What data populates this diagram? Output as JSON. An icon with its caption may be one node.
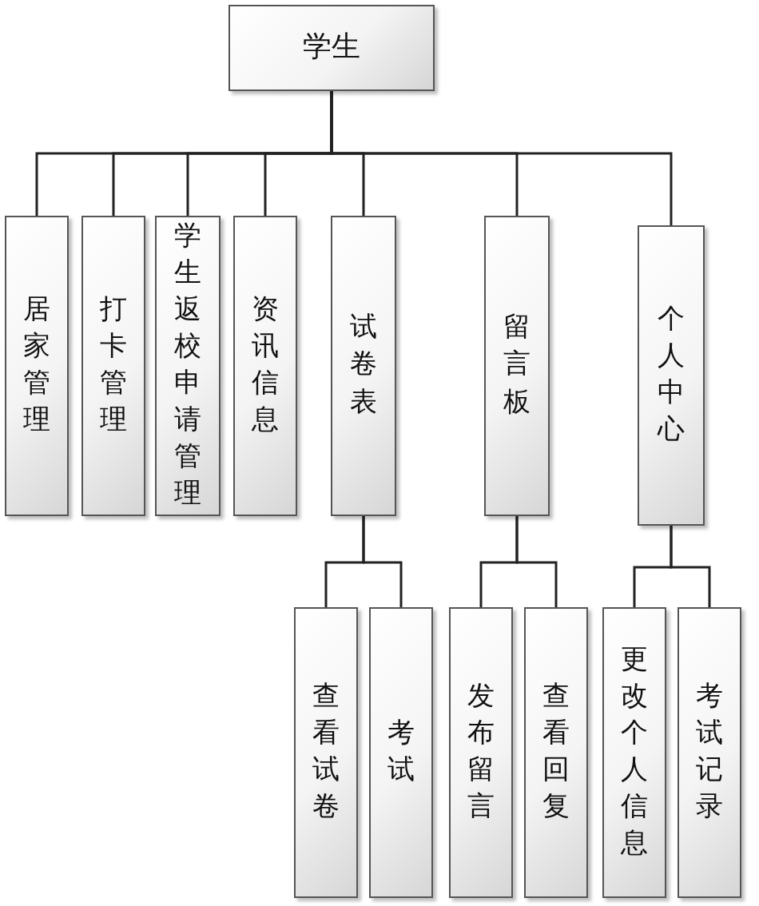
{
  "diagram": {
    "nodes": [
      {
        "text": [
          "学生"
        ]
      },
      {
        "text": [
          "居家管理"
        ]
      },
      {
        "text": [
          "打卡管理"
        ]
      },
      {
        "text": [
          "学生返校申请管理"
        ]
      },
      {
        "text": [
          "资讯信息"
        ]
      },
      {
        "text": [
          "试卷表"
        ]
      },
      {
        "text": [
          "留言板"
        ]
      },
      {
        "text": [
          "个人中心"
        ]
      },
      {
        "text": [
          "查看试卷"
        ]
      },
      {
        "text": [
          "考试"
        ]
      },
      {
        "text": [
          "发布留言"
        ]
      },
      {
        "text": [
          "查看回复"
        ]
      },
      {
        "text": [
          "更改个人信息"
        ]
      },
      {
        "text": [
          "考试记录"
        ]
      }
    ],
    "edges": [
      {
        "from": 0,
        "to": 1,
        "arrow": "none"
      },
      {
        "from": 0,
        "to": 2,
        "arrow": "none"
      },
      {
        "from": 0,
        "to": 3,
        "arrow": "none"
      },
      {
        "from": 0,
        "to": 4,
        "arrow": "none"
      },
      {
        "from": 0,
        "to": 5,
        "arrow": "none"
      },
      {
        "from": 0,
        "to": 6,
        "arrow": "none"
      },
      {
        "from": 0,
        "to": 7,
        "arrow": "none"
      },
      {
        "from": 5,
        "to": 8,
        "arrow": "none"
      },
      {
        "from": 5,
        "to": 9,
        "arrow": "none"
      },
      {
        "from": 6,
        "to": 10,
        "arrow": "none"
      },
      {
        "from": 6,
        "to": 11,
        "arrow": "none"
      },
      {
        "from": 7,
        "to": 12,
        "arrow": "none"
      },
      {
        "from": 7,
        "to": 13,
        "arrow": "none"
      }
    ]
  }
}
